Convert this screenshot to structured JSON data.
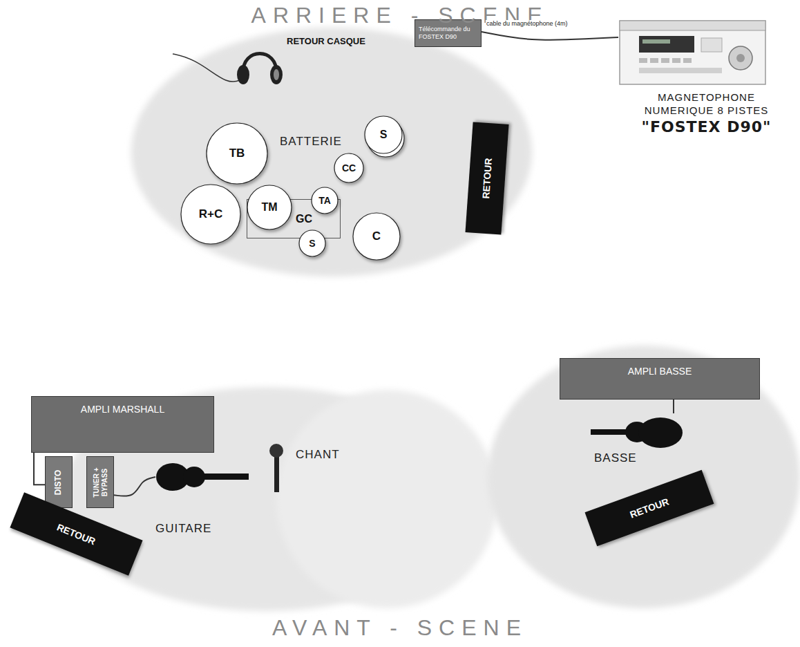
{
  "diagram": {
    "nodes": [
      {
        "text": [
          "Télécommande du FOSTEX D90"
        ]
      },
      {
        "text": [
          "MAGNETOPHONE NUMERIQUE 8 PISTES",
          "\"FOSTEX D90\""
        ]
      },
      {
        "text": [
          "TB"
        ]
      },
      {
        "text": [
          "S"
        ]
      },
      {
        "text": [
          "CC"
        ]
      },
      {
        "text": [
          "RETOUR"
        ]
      },
      {
        "text": [
          "R+C"
        ]
      },
      {
        "text": [
          "GC"
        ]
      },
      {
        "text": [
          "TM"
        ]
      },
      {
        "text": [
          "TA"
        ]
      },
      {
        "text": [
          "S"
        ]
      },
      {
        "text": [
          "C"
        ]
      },
      {
        "text": [
          "AMPLI MARSHALL"
        ]
      },
      {
        "text": [
          "AMPLI BASSE"
        ]
      },
      {
        "text": [
          "DISTO"
        ]
      },
      {
        "text": [
          "TUNER + BYPASS"
        ]
      },
      {
        "text": [
          "GUITARE"
        ]
      },
      {
        "text": [
          "BASSE"
        ]
      },
      {
        "text": [
          "RETOUR"
        ]
      },
      {
        "text": [
          "RETOUR"
        ]
      }
    ],
    "edges": [
      {
        "from": 0,
        "to": 1,
        "arrow": "none",
        "label": "cable du magnétophone (4m)"
      },
      {
        "from": 12,
        "to": 14,
        "arrow": "none"
      },
      {
        "from": 15,
        "to": 16,
        "arrow": "none"
      },
      {
        "from": 13,
        "to": 17,
        "arrow": "none"
      }
    ],
    "labels": [
      "ARRIERE - SCENE",
      "RETOUR CASQUE",
      "BATTERIE",
      "CHANT",
      "AVANT - SCENE"
    ]
  }
}
